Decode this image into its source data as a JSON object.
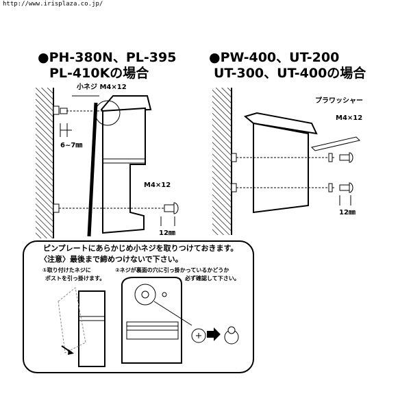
{
  "url": "http://www.irisplaza.co.jp/",
  "left": {
    "title_line1": "●PH-380N、PL-395",
    "title_line2": "PL-410Kの場合",
    "screw_label": "小ネジ M4×12",
    "gap_label": "6~7㎜",
    "screw_label2": "M4×12",
    "length_label": "12㎜"
  },
  "right": {
    "title_line1": "●PW-400、UT-200",
    "title_line2": "UT-300、UT-400の場合",
    "washer_label": "プラワッシャー",
    "screw_label": "M4×12",
    "length_label": "12㎜"
  },
  "note": {
    "line1": "ピンプレートにあらかじめ小ネジを取りつけておきます。",
    "line2": "〈注意〉最後まで締めつけないで下さい。",
    "step1_line1": "①取り付けたネジに",
    "step1_line2": "ポストを引っ掛けます。",
    "step2_line1": "②ネジが裏面の穴に引っ掛かっているかどうか",
    "step2_line2": "必ず確認して下さい。"
  }
}
